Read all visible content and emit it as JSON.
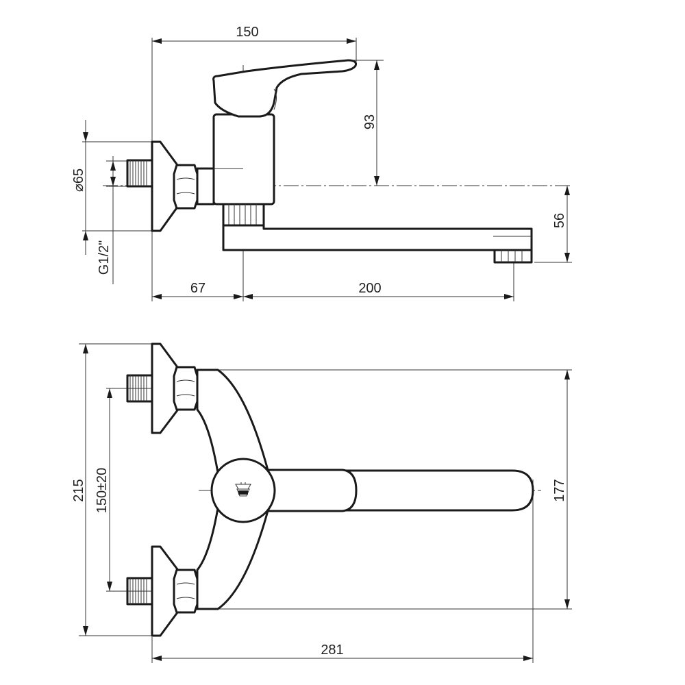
{
  "side_view": {
    "dim_width": "150",
    "dim_height": "93",
    "dim_flange_diameter": "⌀65",
    "dim_thread": "G1/2\"",
    "dim_spout_offset": "56",
    "dim_body_offset": "67",
    "dim_spout_length": "200"
  },
  "top_view": {
    "dim_total_height": "215",
    "dim_centers": "150±20",
    "dim_spout_span": "177",
    "dim_total_length": "281"
  }
}
